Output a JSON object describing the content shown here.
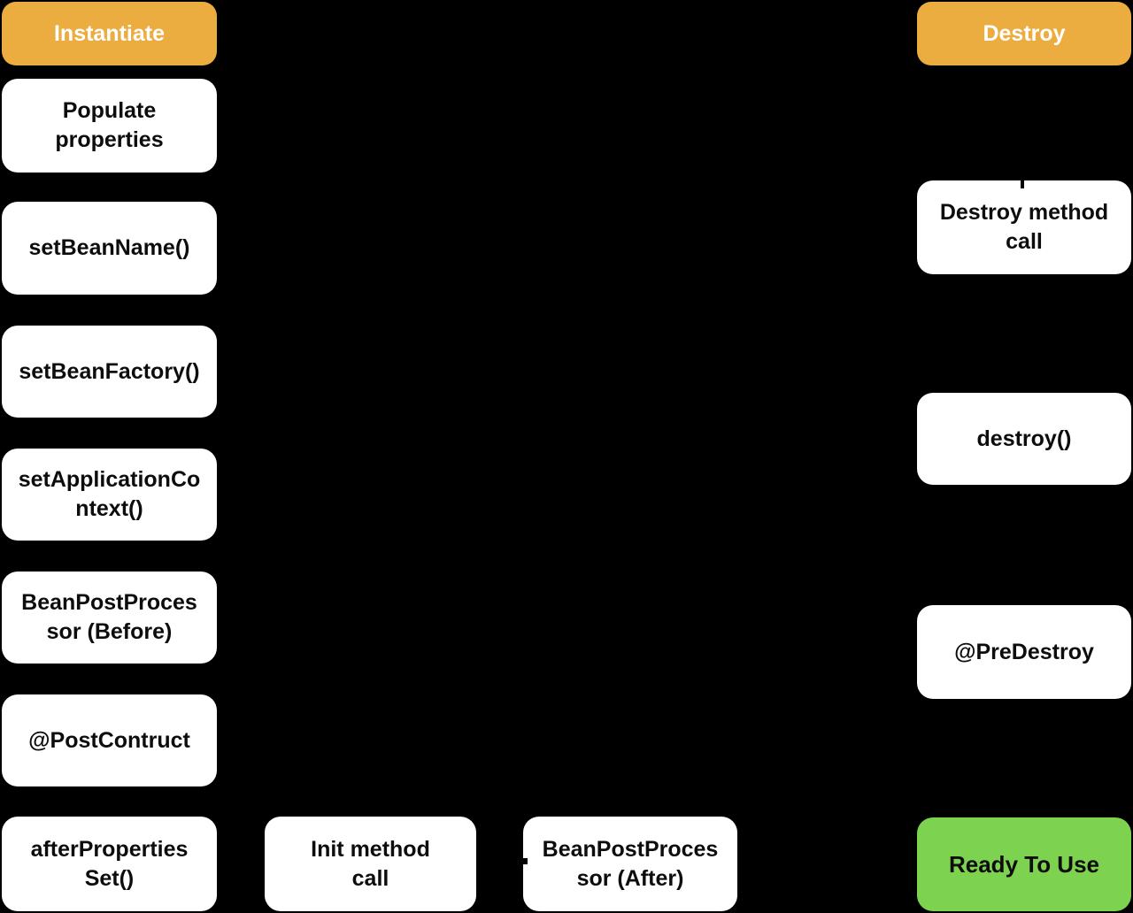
{
  "colors": {
    "background": "#000000",
    "phase_fill": "#ebac40",
    "step_fill": "#ffffff",
    "ready_fill": "#7dd250",
    "phase_text": "#ffffff",
    "step_text": "#0d0d0d"
  },
  "instantiate_column": {
    "phase": "Instantiate",
    "steps": {
      "populate_properties": "Populate\nproperties",
      "set_bean_name": "setBeanName()",
      "set_bean_factory": "setBeanFactory()",
      "set_application_context": "setApplicationCo\nntext()",
      "bean_post_processor_before": "BeanPostProces\nsor (Before)",
      "post_contruct": "@PostContruct",
      "after_properties_set": "afterProperties\nSet()"
    }
  },
  "init_row": {
    "init_method_call": "Init method\ncall",
    "bean_post_processor_after": "BeanPostProces\nsor (After)"
  },
  "destroy_column": {
    "phase": "Destroy",
    "steps": {
      "destroy_method_call": "Destroy method\ncall",
      "destroy_method": "destroy()",
      "pre_destroy": "@PreDestroy"
    },
    "ready_to_use": "Ready To Use"
  }
}
